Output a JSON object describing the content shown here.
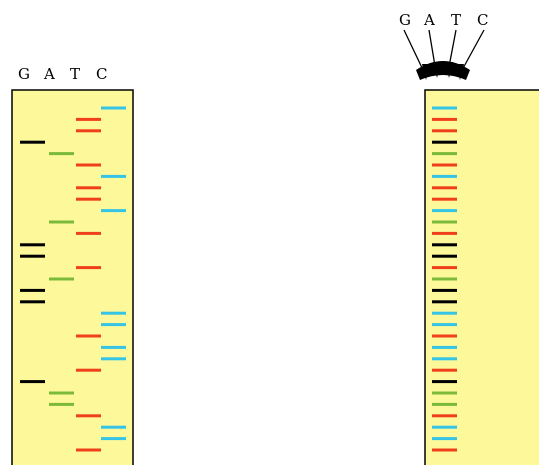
{
  "colors": {
    "G": "#000000",
    "A": "#7ab93a",
    "T": "#f0401a",
    "C": "#35c4e6",
    "gel": "#fdf99a",
    "border": "#000000"
  },
  "lane_letters": [
    "G",
    "A",
    "T",
    "C"
  ],
  "left_gel": {
    "labels": [
      "G",
      "A",
      "T",
      "C"
    ],
    "bands": [
      "C",
      "T",
      "T",
      "G",
      "A",
      "T",
      "C",
      "T",
      "T",
      "C",
      "A",
      "T",
      "G",
      "G",
      "T",
      "A",
      "G",
      "G",
      "C",
      "C",
      "T",
      "C",
      "C",
      "T",
      "G",
      "A",
      "A",
      "T",
      "C",
      "C",
      "T"
    ]
  },
  "right_gel": {
    "labels": [
      "G",
      "A",
      "T",
      "C"
    ],
    "bands": [
      "C",
      "T",
      "T",
      "G",
      "A",
      "T",
      "C",
      "T",
      "T",
      "C",
      "A",
      "T",
      "G",
      "G",
      "T",
      "A",
      "G",
      "G",
      "C",
      "C",
      "T",
      "C",
      "C",
      "T",
      "G",
      "A",
      "A",
      "T",
      "C",
      "C",
      "T"
    ]
  }
}
